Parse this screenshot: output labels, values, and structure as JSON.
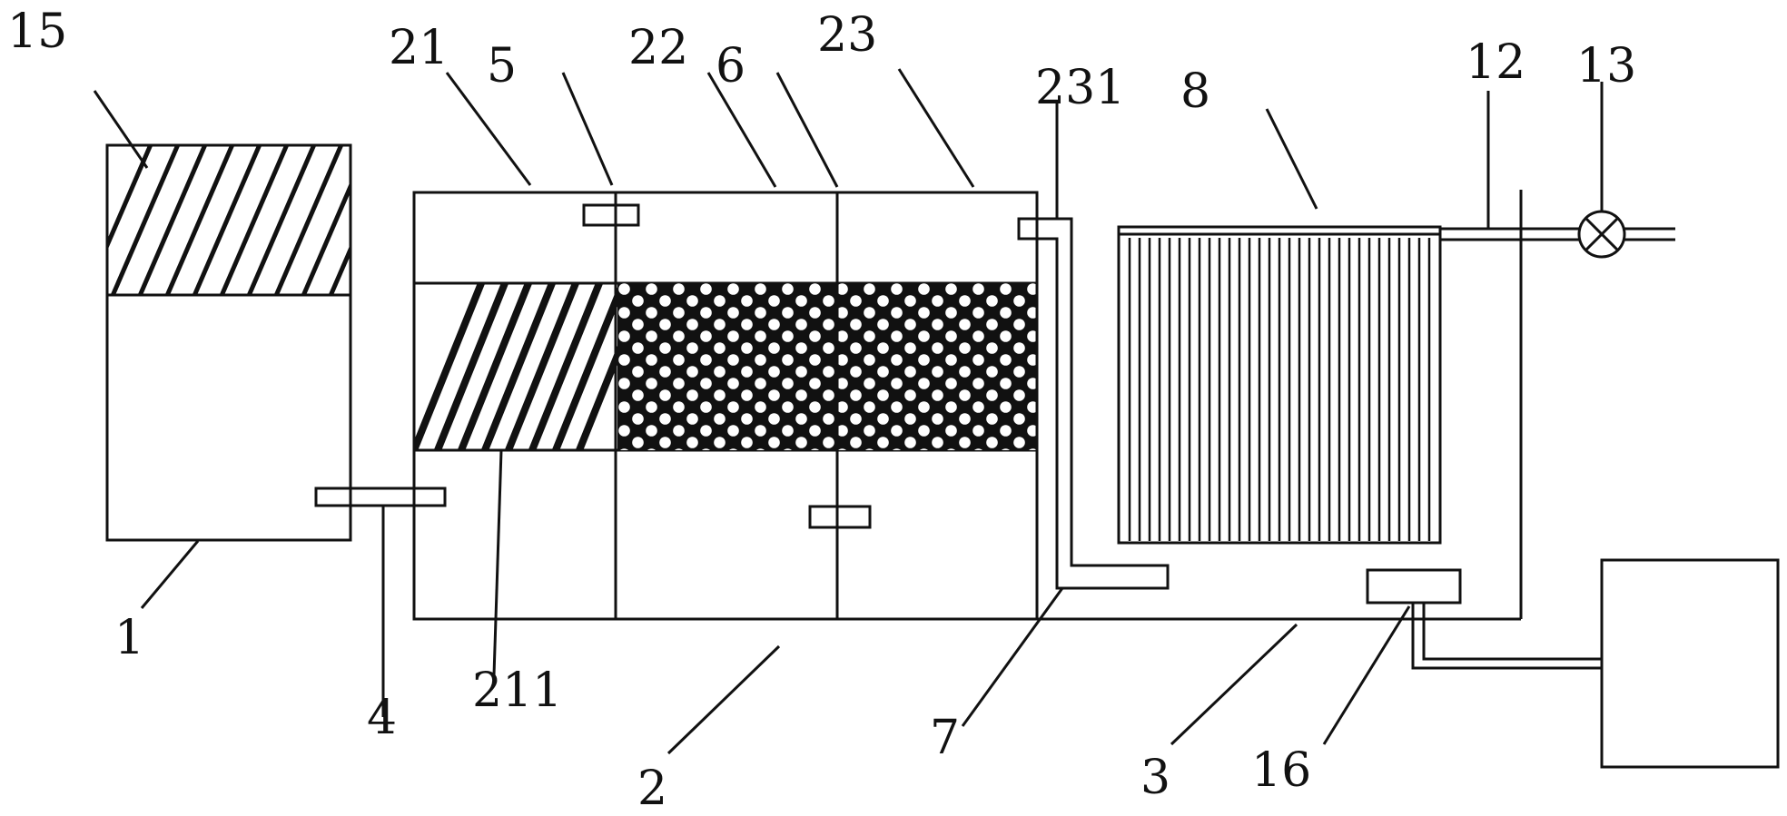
{
  "labels": {
    "n15": "15",
    "n21": "21",
    "n5": "5",
    "n22": "22",
    "n6": "6",
    "n23": "23",
    "n231": "231",
    "n8": "8",
    "n12": "12",
    "n13": "13",
    "n1": "1",
    "n4": "4",
    "n211": "211",
    "n2": "2",
    "n7": "7",
    "n3": "3",
    "n16": "16"
  }
}
